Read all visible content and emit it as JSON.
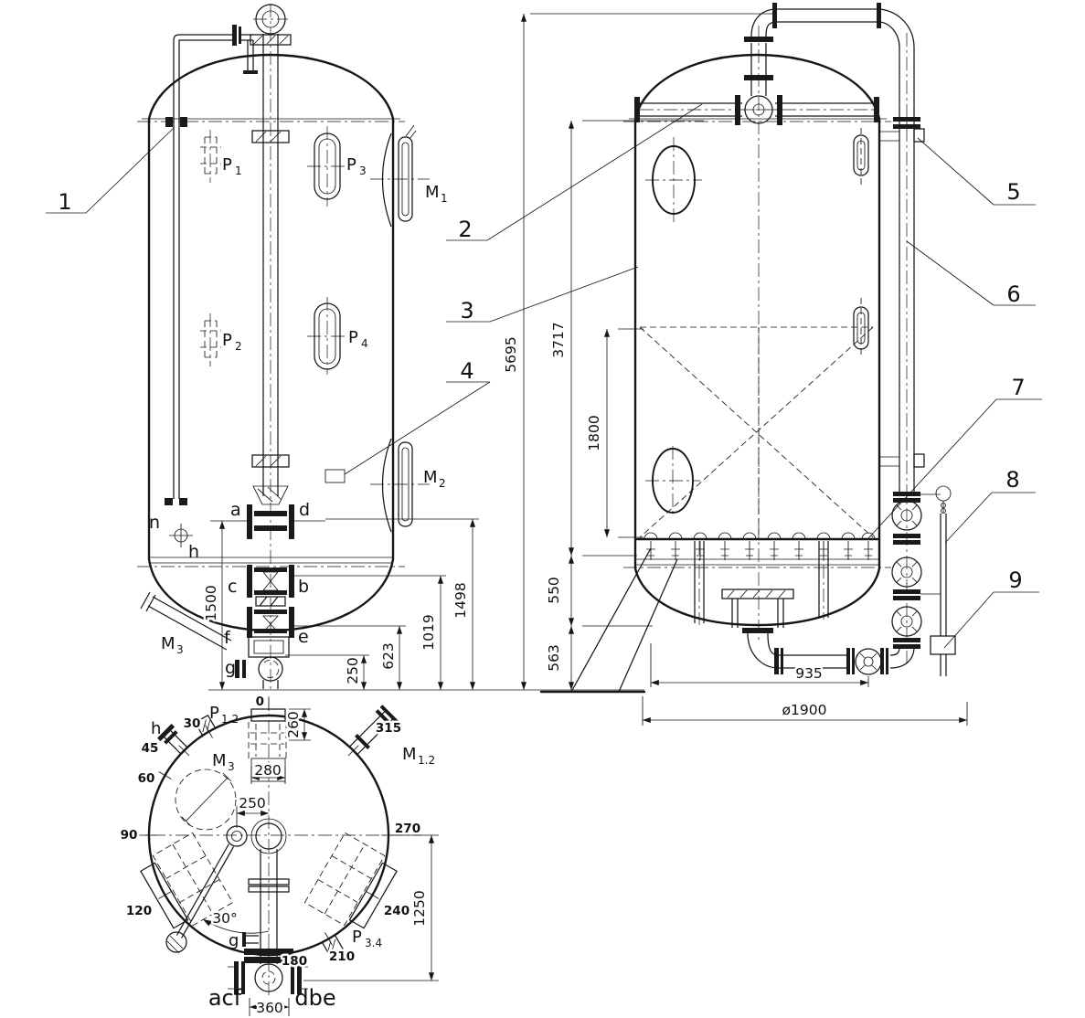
{
  "front": {
    "P1m": "P",
    "P1s": "1",
    "P2m": "P",
    "P2s": "2",
    "P3m": "P",
    "P3s": "3",
    "P4m": "P",
    "P4s": "4",
    "M1m": "M",
    "M1s": "1",
    "M2m": "M",
    "M2s": "2",
    "M3m": "M",
    "M3s": "3",
    "a": "a",
    "b": "b",
    "c": "c",
    "d": "d",
    "e": "e",
    "f": "f",
    "g": "g",
    "n": "n",
    "h": "h",
    "d1500": "1500",
    "d250": "250",
    "d623": "623",
    "d1019": "1019",
    "d1498": "1498",
    "d5695": "5695"
  },
  "side": {
    "d3717": "3717",
    "d1800": "1800",
    "d550": "550",
    "d563": "563",
    "d935": "935",
    "d1900": "ø1900"
  },
  "plan": {
    "a0": "0",
    "a30": "30",
    "a45": "45",
    "a60": "60",
    "a90": "90",
    "a120": "120",
    "a180": "180",
    "a210": "210",
    "a240": "240",
    "a270": "270",
    "a315": "315",
    "h": "h",
    "g": "g",
    "acf": "acf",
    "dbe": "dbe",
    "M3m": "M",
    "M3s": "3",
    "P12m": "P",
    "P12s": "1.2",
    "M12m": "M",
    "M12s": "1.2",
    "P34m": "P",
    "P34s": "3.4",
    "d260": "260",
    "d280": "280",
    "d250": "250",
    "d1250": "1250",
    "d360": "360",
    "ang30": "30°"
  },
  "callouts": {
    "c1": "1",
    "c2": "2",
    "c3": "3",
    "c4": "4",
    "c5": "5",
    "c6": "6",
    "c7": "7",
    "c8": "8",
    "c9": "9"
  }
}
